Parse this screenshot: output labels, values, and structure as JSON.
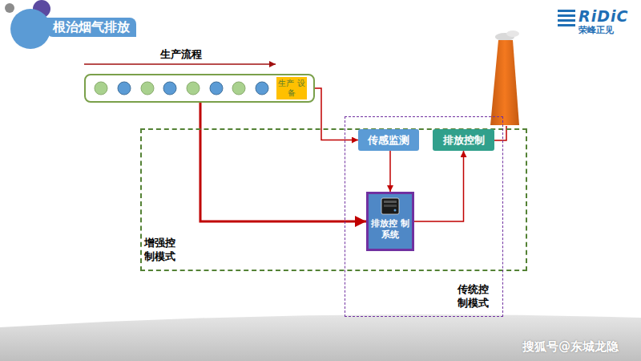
{
  "diagram": {
    "title": "根治烟气排放",
    "nodes": [
      {
        "text": [
          "生产流程"
        ]
      },
      {
        "text": [
          "生产 设备"
        ],
        "in": 0
      },
      {
        "text": [
          "增强控 制模式"
        ]
      },
      {
        "text": [
          "传统控 制模式"
        ]
      },
      {
        "text": [
          "传感监测"
        ],
        "in": 3
      },
      {
        "text": [
          "排放控制"
        ],
        "in": 3
      },
      {
        "text": [
          "排放控 制系统"
        ],
        "in": 3
      }
    ],
    "edges": [
      {
        "from": 0,
        "to": 4,
        "arrow": "to"
      },
      {
        "from": 4,
        "to": 6,
        "arrow": "to"
      },
      {
        "from": 6,
        "to": 5,
        "arrow": "to"
      },
      {
        "from": 0,
        "to": 6,
        "arrow": "to"
      }
    ],
    "labels": [
      "RiDiC",
      "荣峰正见",
      "搜狐号@东城龙隐"
    ]
  }
}
